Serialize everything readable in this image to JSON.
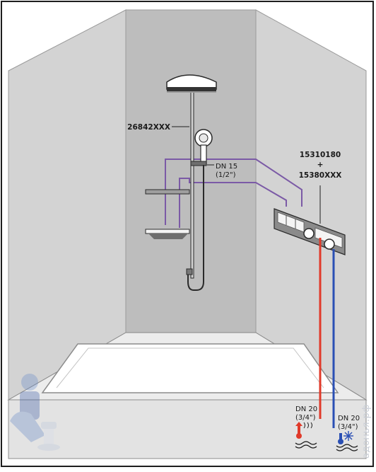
{
  "labels": {
    "shower_part": "26842XXX",
    "thermostat_part_1": "15310180",
    "thermostat_plus": "+",
    "thermostat_part_2": "15380XXX",
    "shower_pipe_size": "DN 15",
    "shower_pipe_inch": "(1/2\")",
    "hot_pipe_size": "DN 20",
    "hot_pipe_inch": "(3/4\")",
    "cold_pipe_size": "DN 20",
    "cold_pipe_inch": "(3/4\")"
  },
  "watermark": {
    "text": "адонья.рф"
  },
  "icons": {
    "hot": "hot-water-icon",
    "cold": "cold-water-icon",
    "plumber": "plumber-mascot-icon"
  },
  "colors": {
    "hot_water": "#e03a2a",
    "cold_water": "#2a4fb4",
    "supply_pipes": "#7b5aa6",
    "back_wall": "#bdbdbd",
    "side_walls": "#d3d3d3",
    "outline": "#1e1e1e"
  }
}
